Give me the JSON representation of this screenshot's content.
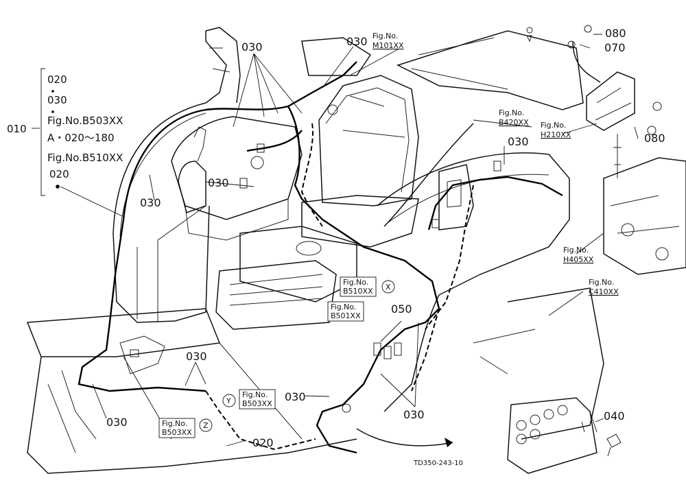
{
  "parts": {
    "p080_top": "080",
    "p070": "070",
    "p080_right": "080",
    "p040": "040",
    "p050": "050",
    "p020_bottom": "020",
    "p030_a": "030",
    "p030_b": "030",
    "p030_c": "030",
    "p030_d": "030",
    "p030_e": "030",
    "p030_f": "030",
    "p030_g": "030",
    "p030_h": "030",
    "p030_i": "030"
  },
  "refs": {
    "m101": {
      "fig": "Fig.No.",
      "code": "M101XX"
    },
    "b420": {
      "fig": "Fig.No.",
      "code": "B420XX"
    },
    "h210": {
      "fig": "Fig.No.",
      "code": "H210XX"
    },
    "h405": {
      "fig": "Fig.No.",
      "code": "H405XX"
    },
    "c410": {
      "fig": "Fig.No.",
      "code": "C410XX"
    },
    "b510": {
      "fig": "Fig.No.",
      "code": "B510XX"
    },
    "b501": {
      "fig": "Fig.No.",
      "code": "B501XX"
    },
    "b503y": {
      "fig": "Fig.No.",
      "code": "B503XX"
    },
    "b503z": {
      "fig": "Fig.No.",
      "code": "B503XX"
    }
  },
  "markers": {
    "x": "X",
    "y": "Y",
    "z": "Z"
  },
  "legend": {
    "item010": "010",
    "l1": "020",
    "l2": "030",
    "l3": "Fig.No.B503XX",
    "l4": "A・020～180",
    "l5": "Fig.No.B510XX",
    "l6": "020"
  },
  "caption": "TD350-243-10"
}
